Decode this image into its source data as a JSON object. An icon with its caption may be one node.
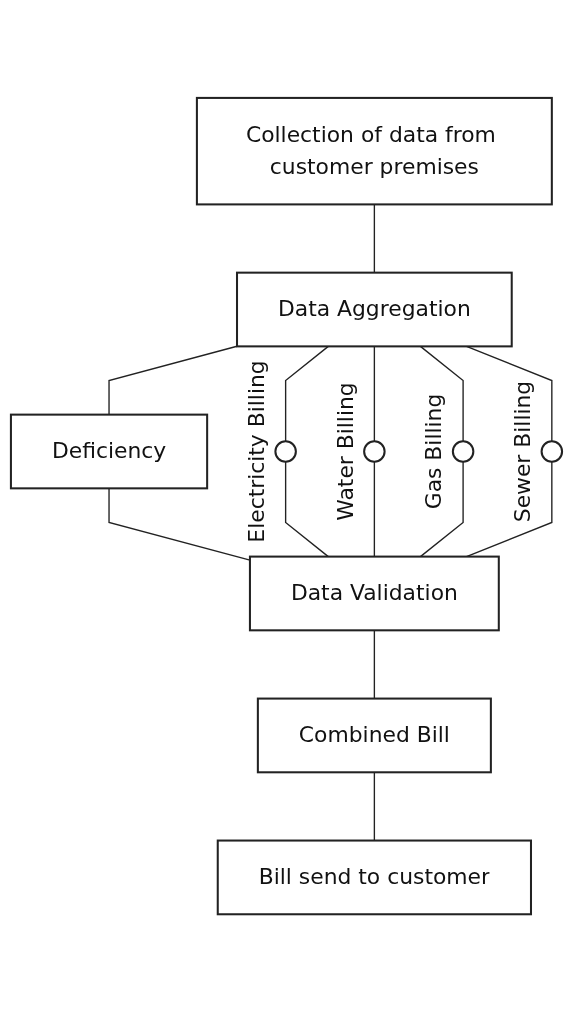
{
  "diagram": {
    "nodes": [
      {
        "text": [
          "Collection of data from customer premises"
        ]
      },
      {
        "text": [
          "Data Aggregation"
        ]
      },
      {
        "text": [
          "Deficiency"
        ]
      },
      {
        "text": [],
        "shape": "circle",
        "beside": [
          "Electricity Billing"
        ]
      },
      {
        "text": [],
        "shape": "circle",
        "beside": [
          "Water Billing"
        ]
      },
      {
        "text": [],
        "shape": "circle",
        "beside": [
          "Gas Billing"
        ]
      },
      {
        "text": [],
        "shape": "circle",
        "beside": [
          "Sewer Billing"
        ]
      },
      {
        "text": [
          "Data Validation"
        ]
      },
      {
        "text": [
          "Combined Bill"
        ]
      },
      {
        "text": [
          "Bill send to customer"
        ]
      }
    ],
    "edges": [
      {
        "from": 0,
        "to": 1,
        "arrow": "none"
      },
      {
        "from": 1,
        "to": 2,
        "arrow": "none"
      },
      {
        "from": 1,
        "to": 3,
        "arrow": "none"
      },
      {
        "from": 1,
        "to": 4,
        "arrow": "none"
      },
      {
        "from": 1,
        "to": 5,
        "arrow": "none"
      },
      {
        "from": 1,
        "to": 6,
        "arrow": "none"
      },
      {
        "from": 2,
        "to": 7,
        "arrow": "none"
      },
      {
        "from": 3,
        "to": 7,
        "arrow": "none"
      },
      {
        "from": 4,
        "to": 7,
        "arrow": "none"
      },
      {
        "from": 5,
        "to": 7,
        "arrow": "none"
      },
      {
        "from": 6,
        "to": 7,
        "arrow": "none"
      },
      {
        "from": 7,
        "to": 8,
        "arrow": "none"
      },
      {
        "from": 8,
        "to": 9,
        "arrow": "none"
      }
    ]
  }
}
